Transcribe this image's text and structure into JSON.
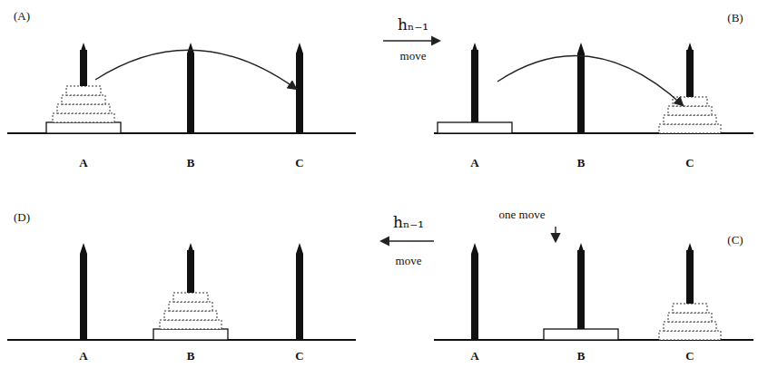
{
  "diagram": {
    "labels": [
      "(A)",
      "hₙ₋₁",
      "move",
      "(B)",
      "A",
      "B",
      "C",
      "A",
      "B",
      "C",
      "one move",
      "(D)",
      "hₙ₋₁",
      "move",
      "(C)",
      "A",
      "B",
      "C",
      "A",
      "B",
      "C"
    ]
  }
}
